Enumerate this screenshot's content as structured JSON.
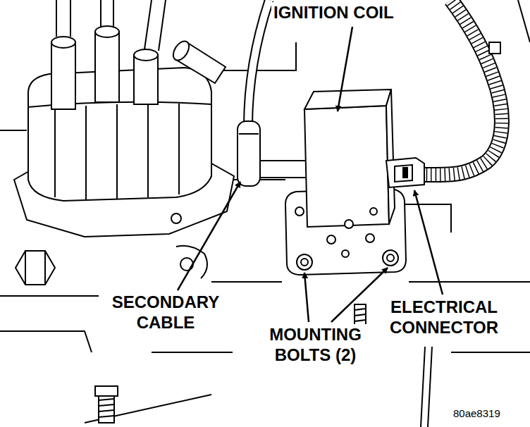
{
  "diagram": {
    "labels": [
      "IGNITION COIL",
      "SECONDARY CABLE",
      "MOUNTING BOLTS (2)",
      "ELECTRICAL CONNECTOR",
      "80ae8319"
    ]
  }
}
